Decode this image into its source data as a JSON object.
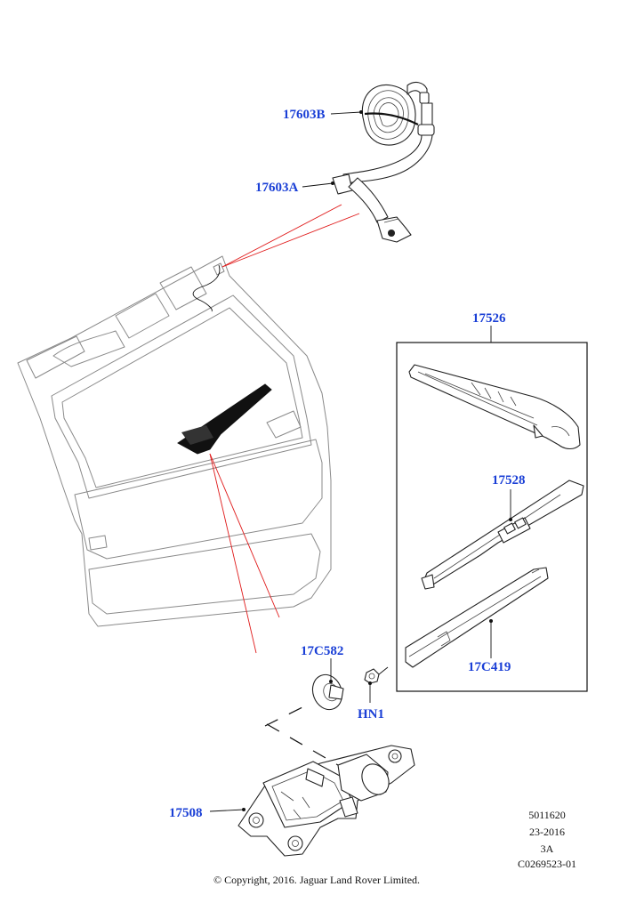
{
  "callouts": {
    "c17603B": "17603B",
    "c17603A": "17603A",
    "c17526": "17526",
    "c17528": "17528",
    "c17C419": "17C419",
    "c17C582": "17C582",
    "cHN1": "HN1",
    "c17508": "17508"
  },
  "footer": {
    "ref_number": "5011620",
    "date_code": "23-2016",
    "revision": "3A",
    "illustration_id": "C0269523-01",
    "copyright": "© Copyright, 2016. Jaguar Land Rover Limited."
  },
  "colors": {
    "callout_text": "#1a3fd6",
    "line_art": "#222222",
    "ghost_art": "#8a8a8a",
    "red_leader": "#e01b1b"
  }
}
